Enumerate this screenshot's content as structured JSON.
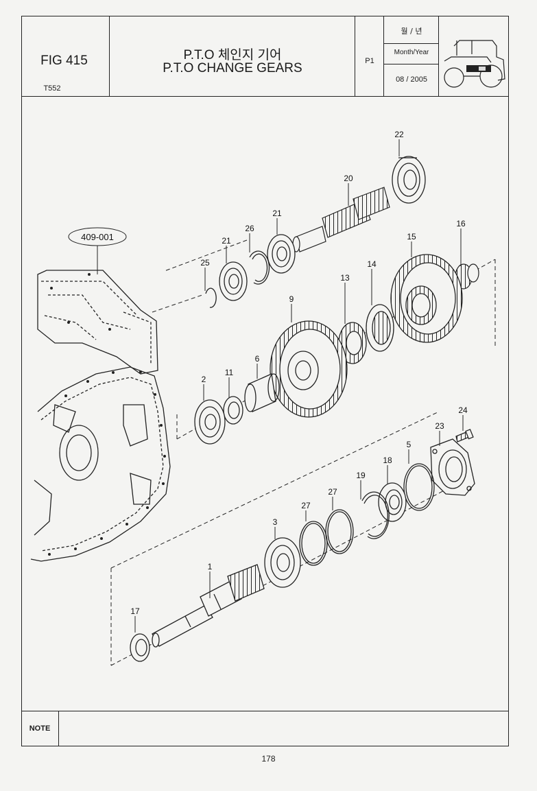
{
  "header": {
    "fig_no": "FIG 415",
    "model": "T552",
    "title_kr": "P.T.O 체인지 기어",
    "title_en": "P.T.O CHANGE GEARS",
    "page_ref": "P1",
    "date_label_kr": "월 / 년",
    "date_label_en": "Month/Year",
    "date_value": "08 / 2005",
    "tractor_icon": "tractor-icon"
  },
  "diagram": {
    "reference": "409-001",
    "callouts": {
      "c1": "1",
      "c2": "2",
      "c3": "3",
      "c5": "5",
      "c6": "6",
      "c9": "9",
      "c11": "11",
      "c13": "13",
      "c14": "14",
      "c15": "15",
      "c16": "16",
      "c17": "17",
      "c18": "18",
      "c19": "19",
      "c20": "20",
      "c21a": "21",
      "c21b": "21",
      "c22": "22",
      "c23": "23",
      "c24": "24",
      "c25": "25",
      "c26": "26",
      "c27a": "27",
      "c27b": "27"
    }
  },
  "footer": {
    "note_label": "NOTE",
    "page_number": "178"
  }
}
